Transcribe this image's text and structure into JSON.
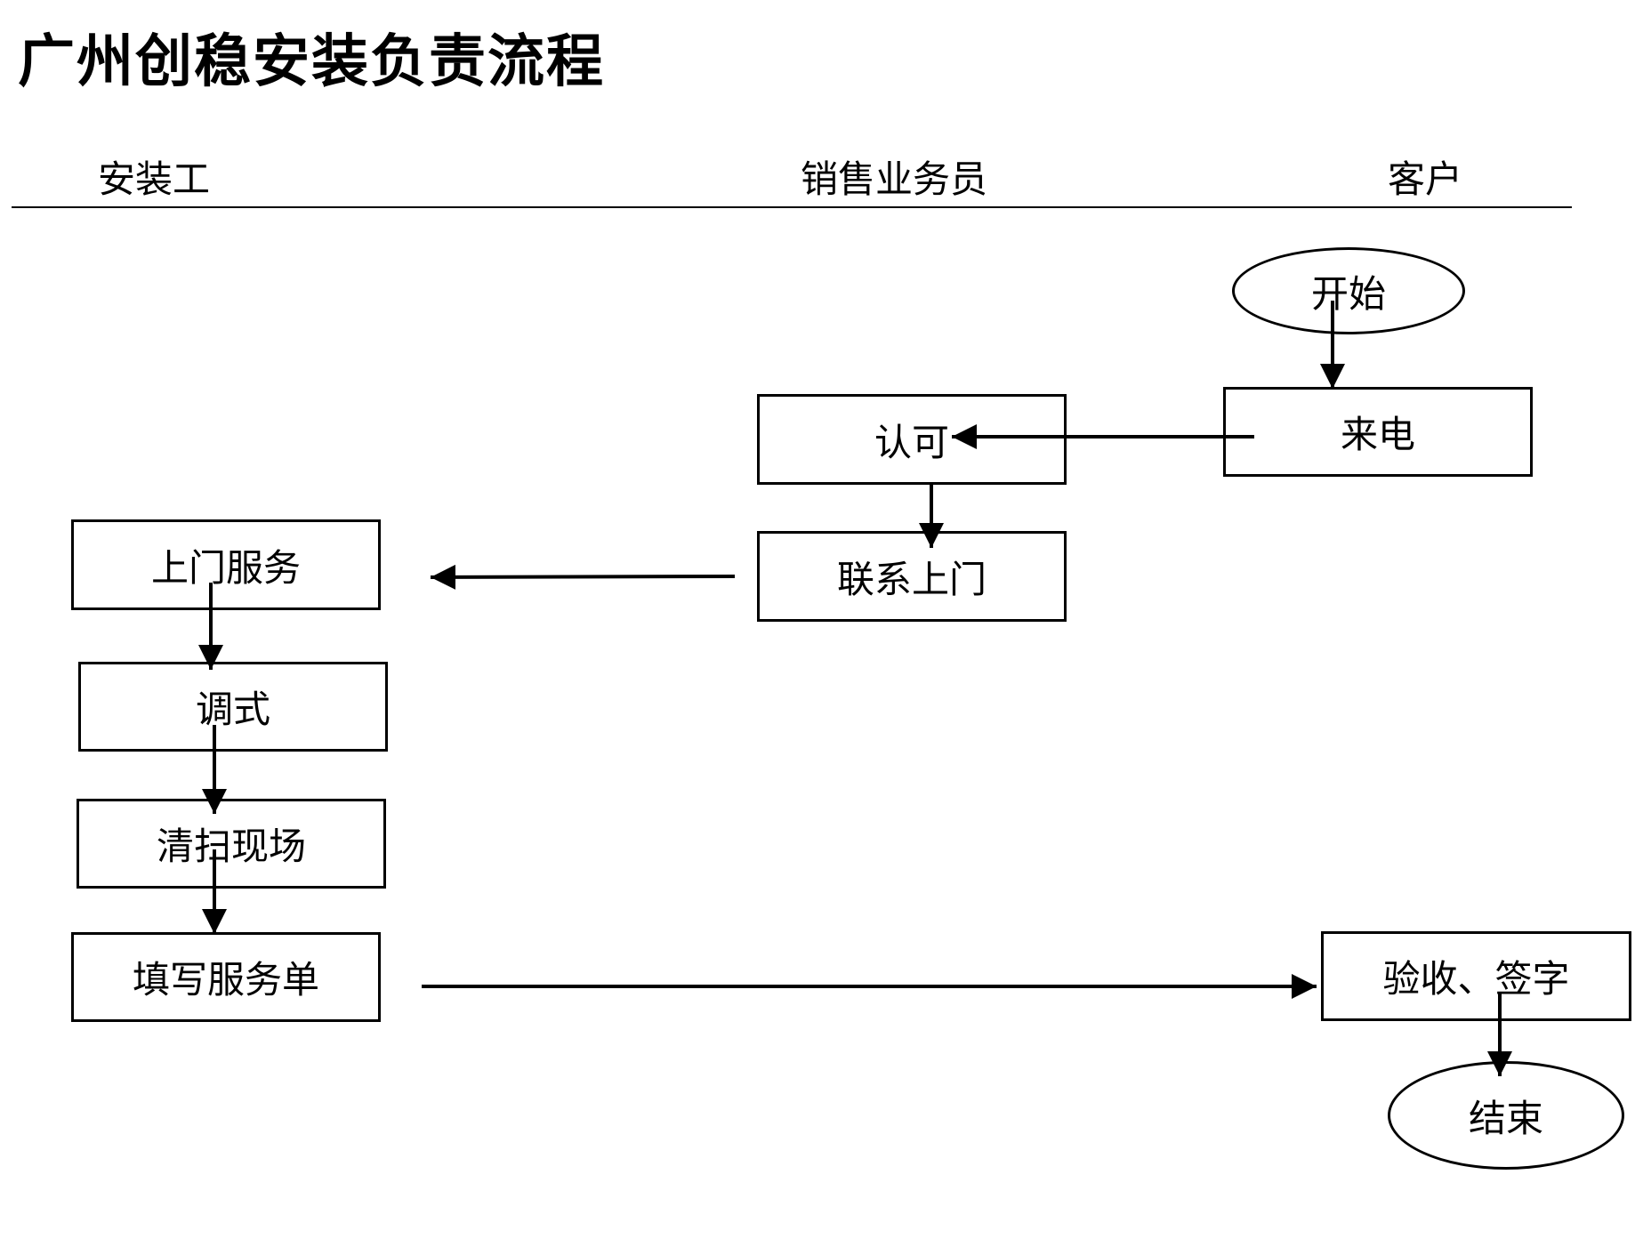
{
  "title": "广州创稳安装负责流程",
  "lanes": {
    "installer": "安装工",
    "sales": "销售业务员",
    "customer": "客户"
  },
  "nodes": {
    "start": "开始",
    "call": "来电",
    "approve": "认可",
    "contact": "联系上门",
    "onsite": "上门服务",
    "debug": "调式",
    "cleanup": "清扫现场",
    "form": "填写服务单",
    "accept": "验收、签字",
    "end": "结束"
  }
}
